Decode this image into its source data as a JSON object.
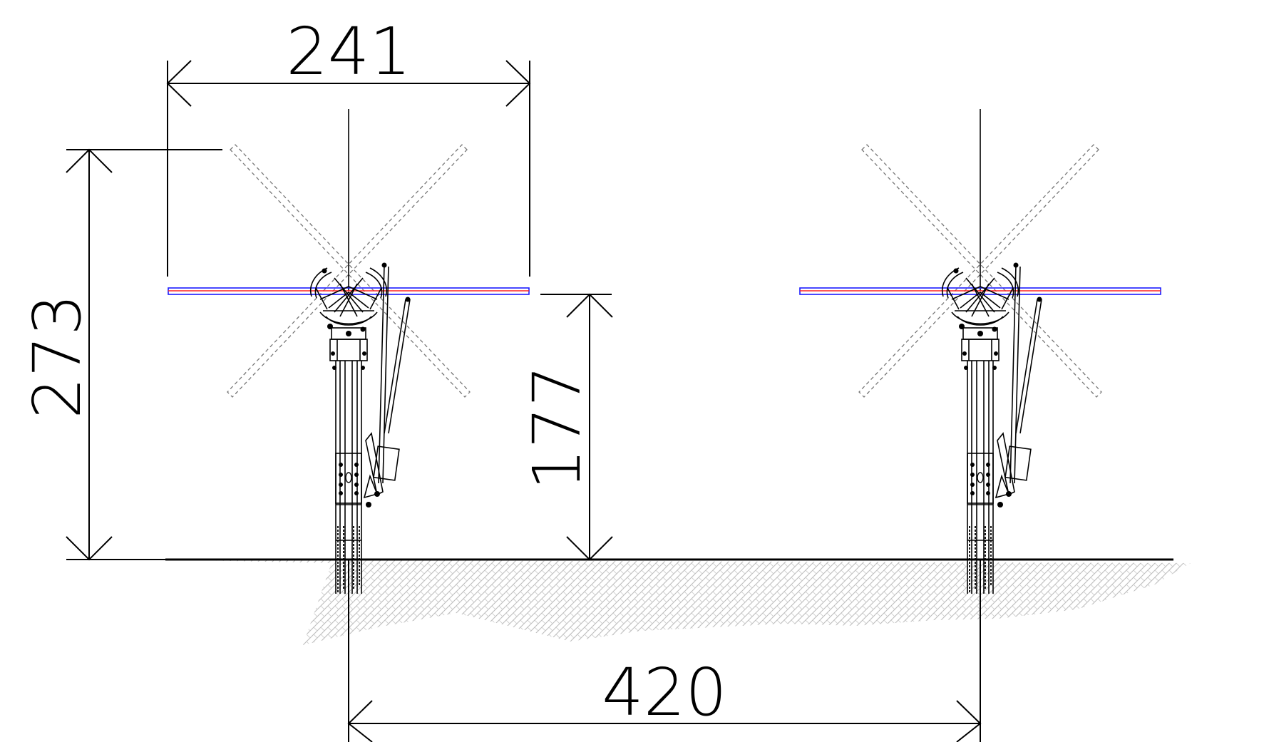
{
  "drawing": {
    "dimensions": {
      "panel_width": "241",
      "total_height": "273",
      "panel_height": "177",
      "row_spacing": "420"
    },
    "colors": {
      "line": "#000000",
      "panel_outline": "#1a1aff",
      "panel_axis": "#ff2020",
      "ground_hatch": "#bdbdbd",
      "rotation_envelope": "#777777"
    },
    "components": [
      "solar-tracker-left",
      "solar-tracker-right",
      "ground-surface",
      "soil-hatch"
    ]
  }
}
